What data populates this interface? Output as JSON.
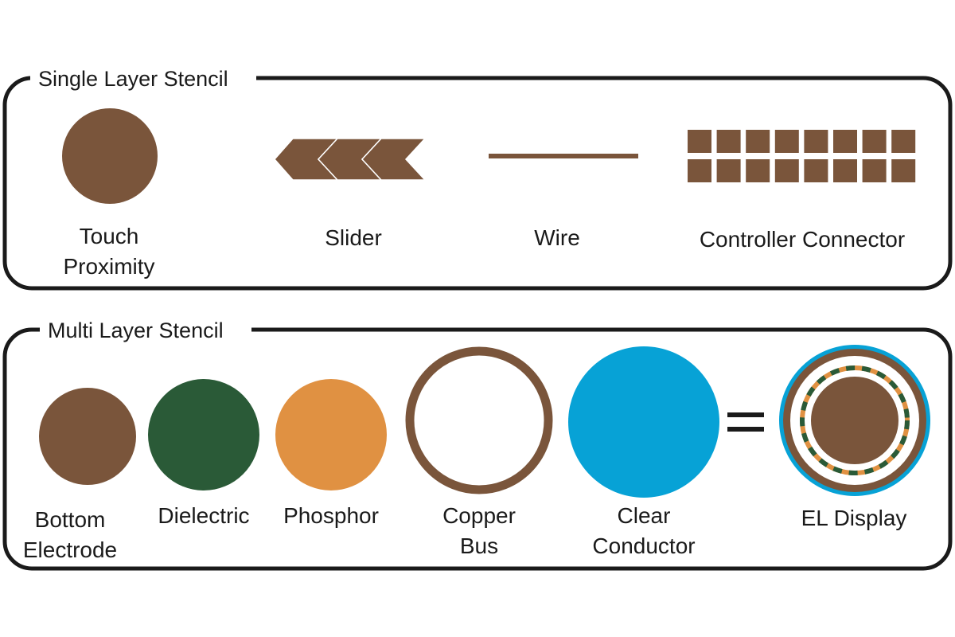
{
  "colors": {
    "brown": "#7a553b",
    "green": "#2a5a37",
    "orange": "#e09142",
    "blue": "#07a2d6",
    "outline": "#1a1a1a",
    "background": "#ffffff"
  },
  "single_layer": {
    "title": "Single Layer Stencil",
    "items": {
      "touch_proximity": {
        "label_line1": "Touch",
        "label_line2": "Proximity"
      },
      "slider": {
        "label": "Slider"
      },
      "wire": {
        "label": "Wire"
      },
      "controller_connector": {
        "label": "Controller Connector"
      }
    }
  },
  "multi_layer": {
    "title": "Multi Layer Stencil",
    "items": {
      "bottom_electrode": {
        "label_line1": "Bottom",
        "label_line2": "Electrode"
      },
      "dielectric": {
        "label": "Dielectric"
      },
      "phosphor": {
        "label": "Phosphor"
      },
      "copper_bus": {
        "label_line1": "Copper",
        "label_line2": "Bus"
      },
      "clear_conductor": {
        "label_line1": "Clear",
        "label_line2": "Conductor"
      },
      "equals_symbol": "=",
      "el_display": {
        "label": "EL Display"
      }
    }
  }
}
